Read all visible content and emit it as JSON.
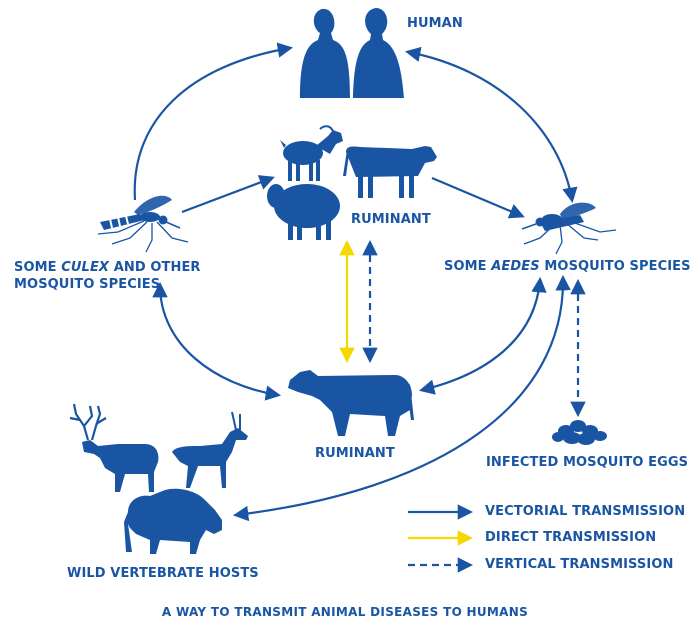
{
  "nodes": {
    "human": "HUMAN",
    "ruminant_top": "RUMINANT",
    "ruminant_center": "RUMINANT",
    "culex": {
      "prefix": "SOME ",
      "emph": "CULEX",
      "suffix": " AND OTHER",
      "line2": "MOSQUITO SPECIES"
    },
    "aedes": {
      "prefix": "SOME ",
      "emph": "AEDES",
      "suffix": " MOSQUITO SPECIES"
    },
    "infected_eggs": "INFECTED MOSQUITO EGGS",
    "wild_hosts": "WILD VERTEBRATE HOSTS"
  },
  "legend": [
    {
      "label": "VECTORIAL TRANSMISSION",
      "style": "solid",
      "color": "#1a55a4"
    },
    {
      "label": "DIRECT TRANSMISSION",
      "style": "solid",
      "color": "#f5d800"
    },
    {
      "label": "VERTICAL TRANSMISSION",
      "style": "dashed",
      "color": "#1a55a4"
    }
  ],
  "caption": "A WAY TO TRANSMIT ANIMAL DISEASES TO HUMANS",
  "colors": {
    "primary": "#1a55a4",
    "direct": "#f5d800"
  }
}
